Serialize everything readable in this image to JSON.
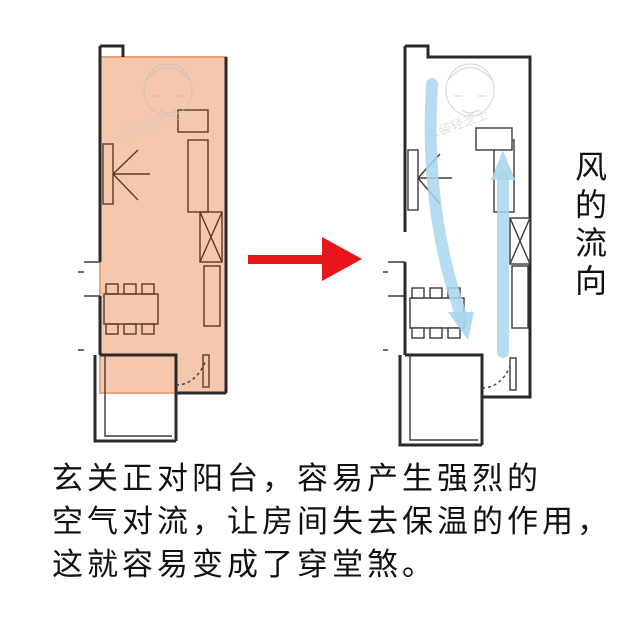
{
  "diagram": {
    "side_label_chars": [
      "风",
      "的",
      "流",
      "向"
    ],
    "caption_lines": [
      "玄关正对阳台，容易产生强烈的",
      "空气对流，让房间失去保温的作用，",
      "这就容易变成了穿堂煞。"
    ],
    "watermark_text": "家装轻芝士",
    "colors": {
      "highlight_fill": "#f5c8ad",
      "highlight_stroke": "#e8a27e",
      "arrow_red": "#e8161b",
      "wind_blue": "#a9d6ec",
      "wall": "#2a2a2a"
    }
  }
}
